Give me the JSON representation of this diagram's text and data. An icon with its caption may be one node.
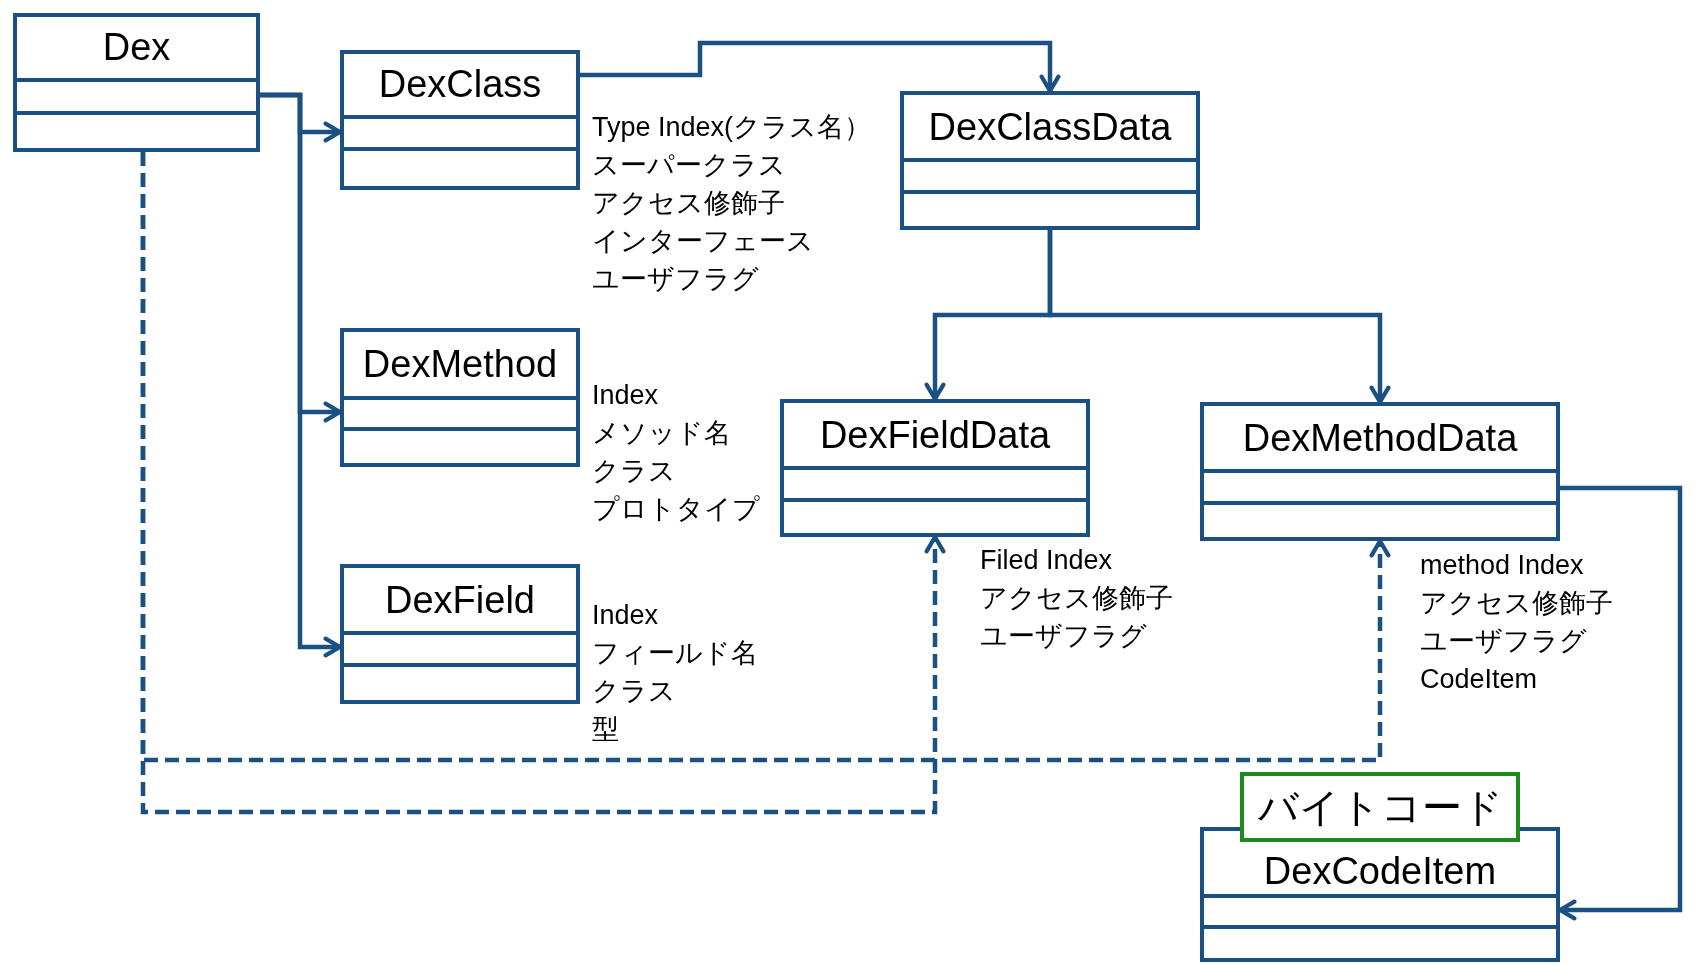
{
  "diagram": {
    "nodes": [
      {
        "text": [
          "Dex"
        ]
      },
      {
        "text": [
          "DexClass"
        ],
        "beside": [
          "Type Index(クラス名）",
          "スーパークラス",
          "アクセス修飾子",
          "インターフェース",
          "ユーザフラグ"
        ]
      },
      {
        "text": [
          "DexMethod"
        ],
        "beside": [
          "Index",
          "メソッド名",
          "クラス",
          "プロトタイプ"
        ]
      },
      {
        "text": [
          "DexField"
        ],
        "beside": [
          "Index",
          "フィールド名",
          "クラス",
          "型"
        ]
      },
      {
        "text": [
          "DexClassData"
        ]
      },
      {
        "text": [
          "DexFieldData"
        ],
        "beside": [
          "Filed Index",
          "アクセス修飾子",
          "ユーザフラグ"
        ]
      },
      {
        "text": [
          "DexMethodData"
        ],
        "beside": [
          "method Index",
          "アクセス修飾子",
          "ユーザフラグ",
          "CodeItem"
        ]
      },
      {
        "text": [
          "DexCodeItem"
        ]
      },
      {
        "text": [
          "バイトコード"
        ]
      }
    ],
    "edges": [
      {
        "from": 0,
        "to": 1,
        "arrow": "to"
      },
      {
        "from": 0,
        "to": 2,
        "arrow": "to"
      },
      {
        "from": 0,
        "to": 3,
        "arrow": "to"
      },
      {
        "from": 1,
        "to": 4,
        "arrow": "to"
      },
      {
        "from": 4,
        "to": 5,
        "arrow": "to"
      },
      {
        "from": 4,
        "to": 6,
        "arrow": "to"
      },
      {
        "from": 0,
        "to": 5,
        "arrow": "to",
        "style": "dashed"
      },
      {
        "from": 0,
        "to": 6,
        "arrow": "to",
        "style": "dashed"
      },
      {
        "from": 6,
        "to": 7,
        "arrow": "to"
      }
    ]
  }
}
